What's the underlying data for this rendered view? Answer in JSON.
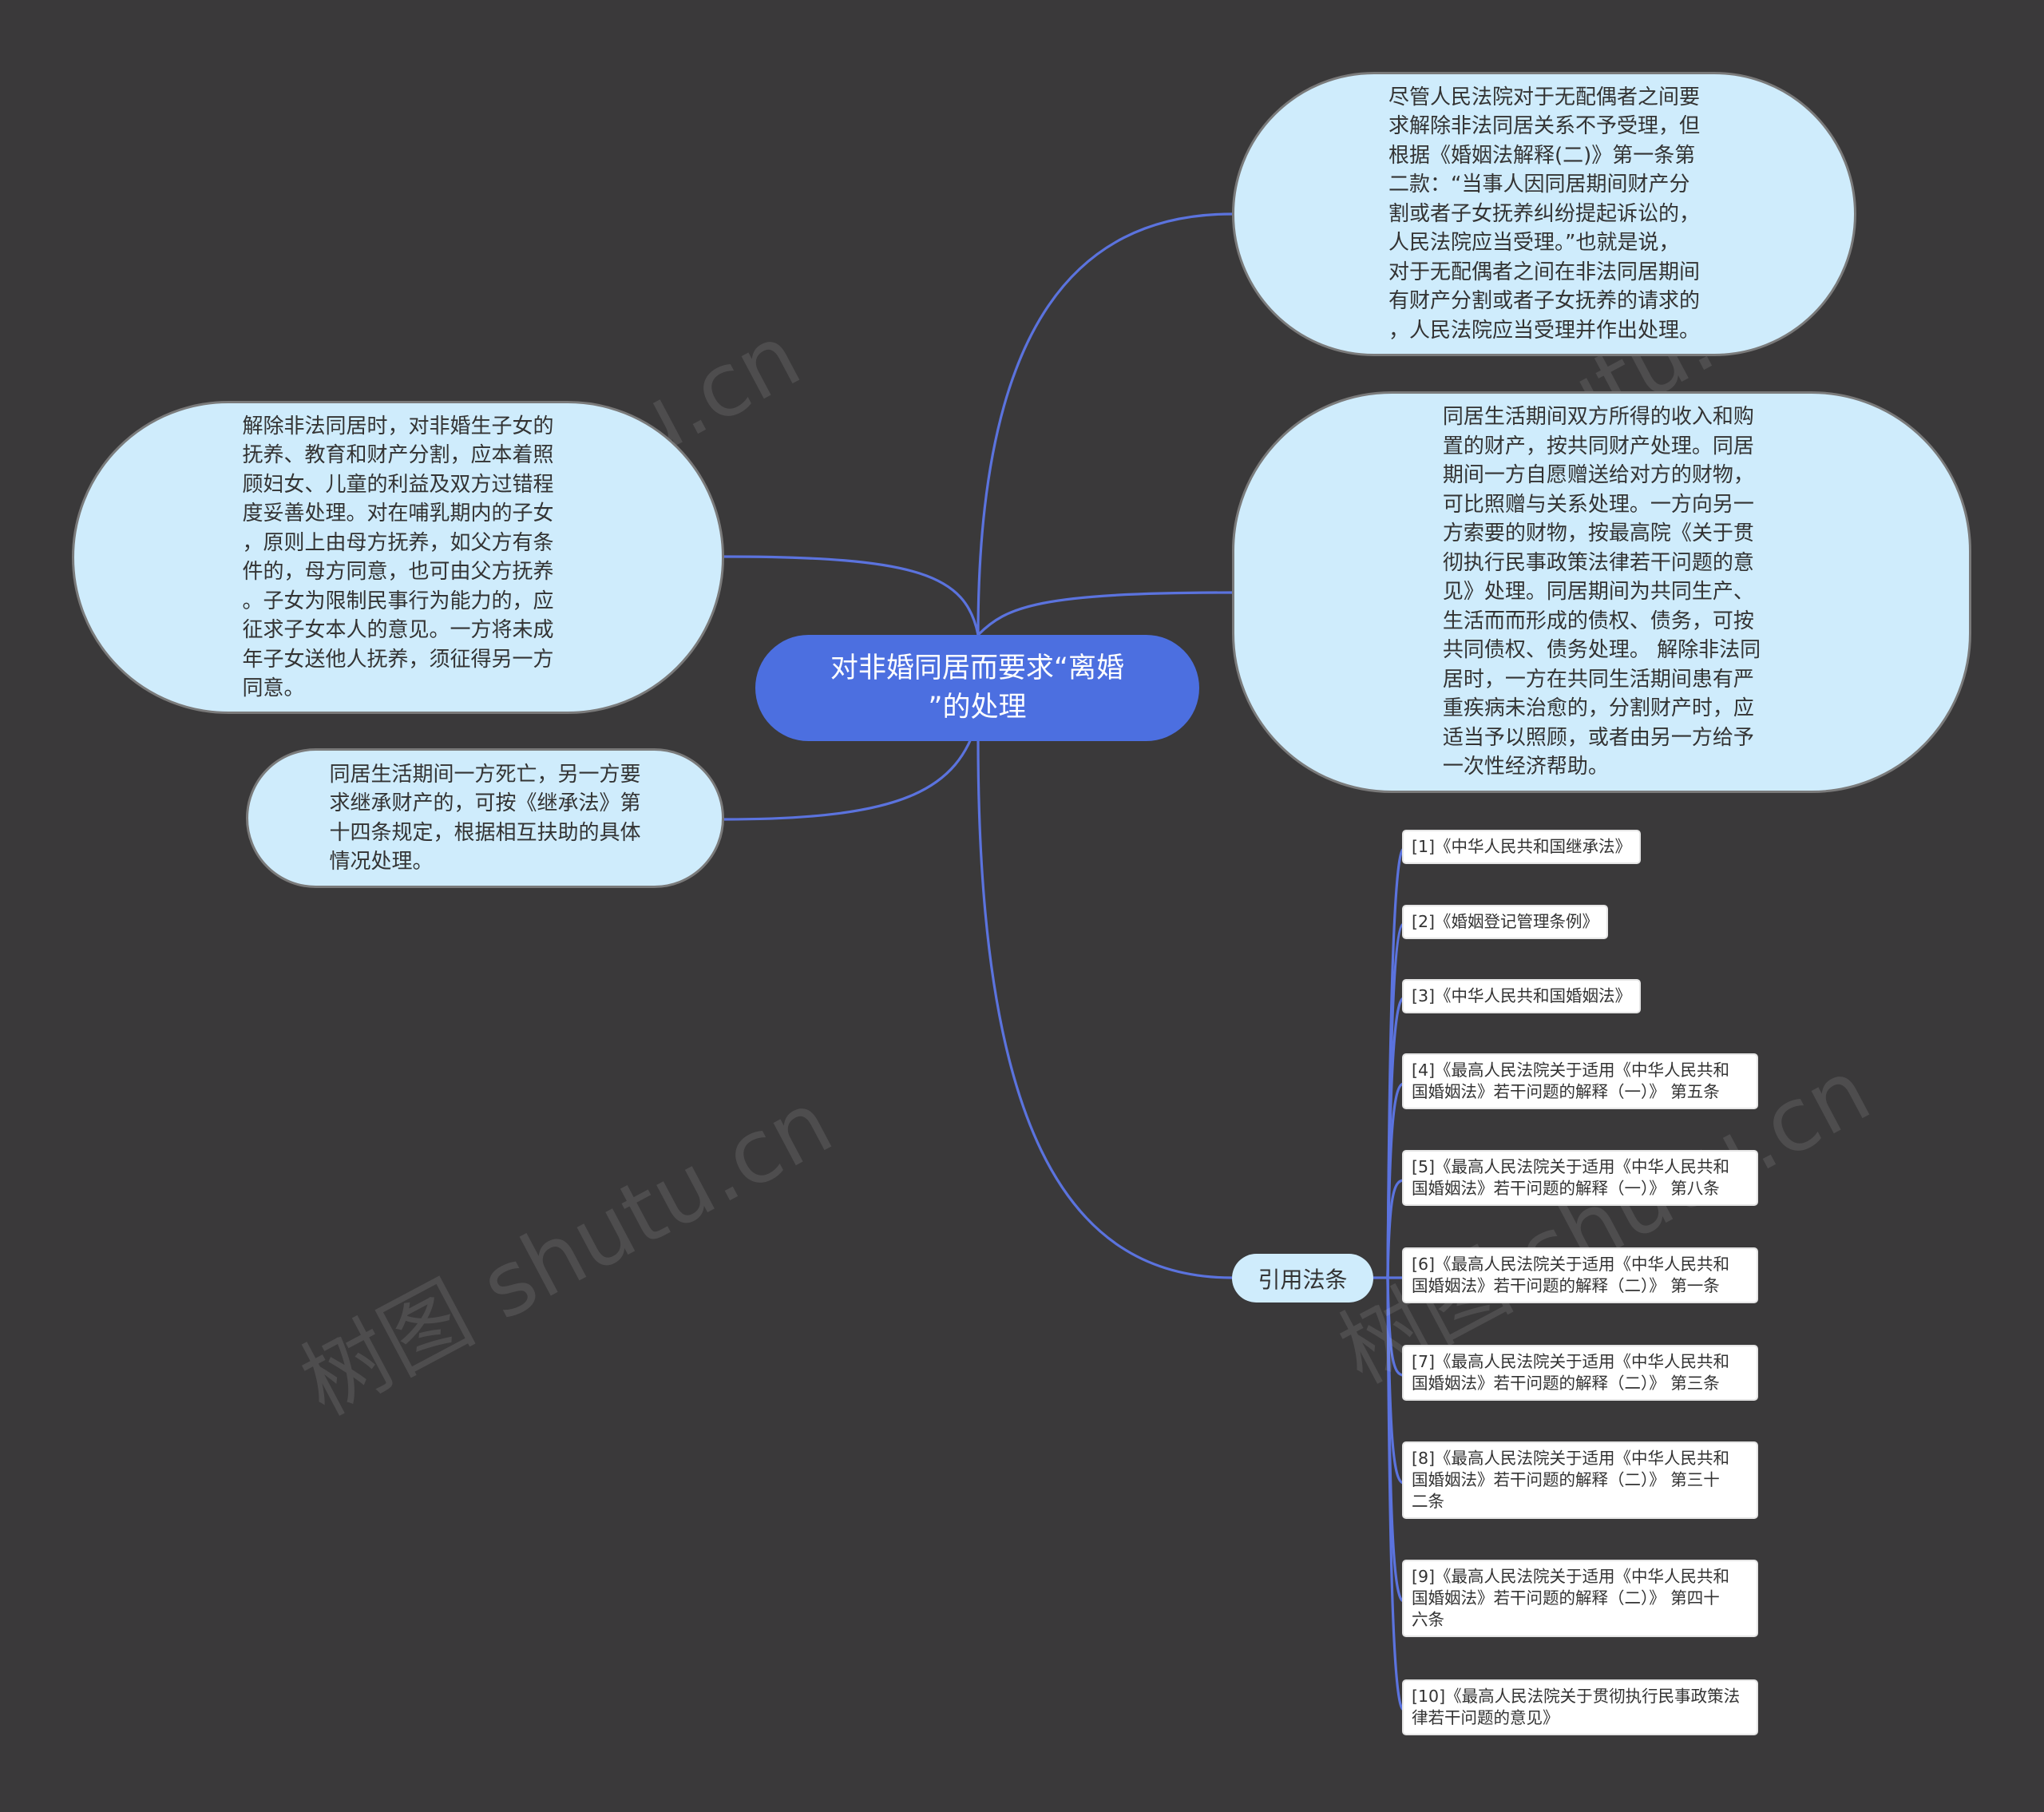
{
  "root": {
    "label": "对非婚同居而要求“离婚\n”的处理"
  },
  "branches": {
    "top_right": "尽管人民法院对于无配偶者之间要\n求解除非法同居关系不予受理，但\n根据《婚姻法解释(二)》第一条第\n二款：“当事人因同居期间财产分\n割或者子女抚养纠纷提起诉讼的，\n人民法院应当受理。”也就是说，\n对于无配偶者之间在非法同居期间\n有财产分割或者子女抚养的请求的\n，人民法院应当受理并作出处理。",
    "mid_right": "同居生活期间双方所得的收入和购\n置的财产，按共同财产处理。同居\n期间一方自愿赠送给对方的财物，\n可比照赠与关系处理。一方向另一\n方索要的财物，按最高院《关于贯\n彻执行民事政策法律若干问题的意\n见》处理。同居期间为共同生产、\n生活而而形成的债权、债务，可按\n共同债权、债务处理。 解除非法同\n居时，一方在共同生活期间患有严\n重疾病未治愈的，分割财产时，应\n适当予以照顾，或者由另一方给予\n一次性经济帮助。",
    "left_top": "解除非法同居时，对非婚生子女的\n抚养、教育和财产分割，应本着照\n顾妇女、儿童的利益及双方过错程\n度妥善处理。对在哺乳期内的子女\n，原则上由母方抚养，如父方有条\n件的，母方同意，也可由父方抚养\n。子女为限制民事行为能力的，应\n征求子女本人的意见。一方将未成\n年子女送他人抚养，须征得另一方\n同意。",
    "left_bottom": "同居生活期间一方死亡，另一方要\n求继承财产的，可按《继承法》第\n十四条规定，根据相互扶助的具体\n情况处理。",
    "citations": {
      "label": "引用法条",
      "items": [
        "[1]《中华人民共和国继承法》",
        "[2]《婚姻登记管理条例》",
        "[3]《中华人民共和国婚姻法》",
        "[4]《最高人民法院关于适用《中华人民共和\n国婚姻法》若干问题的解释（一）》 第五条",
        "[5]《最高人民法院关于适用《中华人民共和\n国婚姻法》若干问题的解释（一）》 第八条",
        "[6]《最高人民法院关于适用《中华人民共和\n国婚姻法》若干问题的解释（二）》 第一条",
        "[7]《最高人民法院关于适用《中华人民共和\n国婚姻法》若干问题的解释（二）》 第三条",
        "[8]《最高人民法院关于适用《中华人民共和\n国婚姻法》若干问题的解释（二）》 第三十\n二条",
        "[9]《最高人民法院关于适用《中华人民共和\n国婚姻法》若干问题的解释（二）》 第四十\n六条",
        "[10]《最高人民法院关于贯彻执行民事政策法\n律若干问题的意见》"
      ]
    }
  },
  "watermark": {
    "text": "树图 shutu.cn"
  },
  "colors": {
    "background": "#3a393a",
    "line": "#5b73de",
    "root": "#4c6fe0",
    "bubble": "#cfecfc",
    "leaf": "#ffffff"
  }
}
